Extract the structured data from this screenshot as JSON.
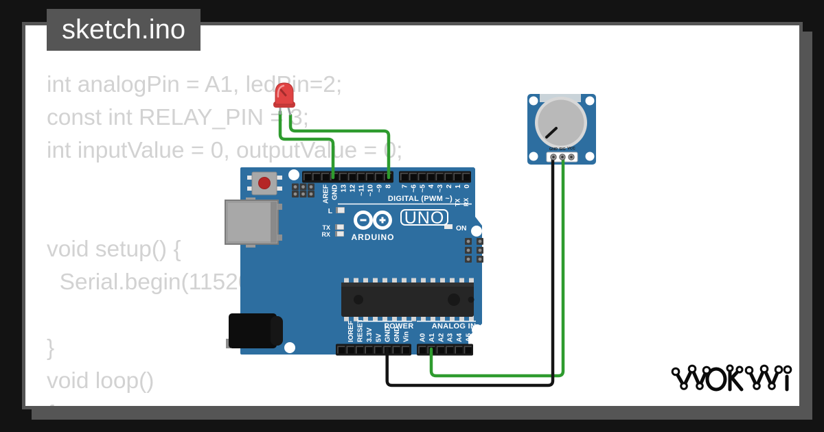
{
  "window": {
    "tab_label": "sketch.ino"
  },
  "code": {
    "lines": [
      "int analogPin = A1, ledPin=2;",
      "const int RELAY_PIN = 3;",
      "int inputValue = 0, outputValue = 0;",
      "",
      "",
      "void setup() {",
      "  Serial.begin(115200);",
      "",
      "}",
      "void loop()",
      "{"
    ]
  },
  "board": {
    "type": "arduino-uno",
    "brand_text": "ARDUINO",
    "model_text": "UNO",
    "on_label": "ON",
    "digital_section_label": "DIGITAL (PWM ~)",
    "power_section_label": "POWER",
    "analog_section_label": "ANALOG IN",
    "led_labels": {
      "l": "L",
      "tx": "TX",
      "rx": "RX"
    },
    "serial_markers": {
      "tx": "TX",
      "rx": "RX"
    },
    "top_pin_labels": [
      "AREF",
      "GND",
      "13",
      "12",
      "~11",
      "~10",
      "~9",
      "8"
    ],
    "top_right_pin_labels": [
      "7",
      "~6",
      "~5",
      "4",
      "~3",
      "2",
      "1",
      "0"
    ],
    "power_pin_labels": [
      "IOREF",
      "RESET",
      "3.3V",
      "5V",
      "GND",
      "GND",
      "Vin"
    ],
    "analog_pin_labels": [
      "A0",
      "A1",
      "A2",
      "A3",
      "A4",
      "A5"
    ]
  },
  "potentiometer": {
    "pin_labels": [
      "GND",
      "SIG",
      "VCC"
    ]
  },
  "led": {
    "color_name": "red"
  },
  "connections": [
    {
      "from": "led-cathode",
      "to": "board-GND-top",
      "color": "green"
    },
    {
      "from": "led-anode",
      "to": "board-pin-8",
      "color": "green"
    },
    {
      "from": "board-A1",
      "to": "pot-SIG",
      "color": "green"
    },
    {
      "from": "board-GND-power",
      "to": "pot-GND",
      "color": "black"
    }
  ],
  "logo": {
    "text": "WOKWI"
  },
  "colors": {
    "board_blue": "#2d6ea0",
    "wire_green": "#2e9b2e",
    "wire_black": "#141414",
    "led_red": "#e04343",
    "frame_gray": "#555555"
  }
}
